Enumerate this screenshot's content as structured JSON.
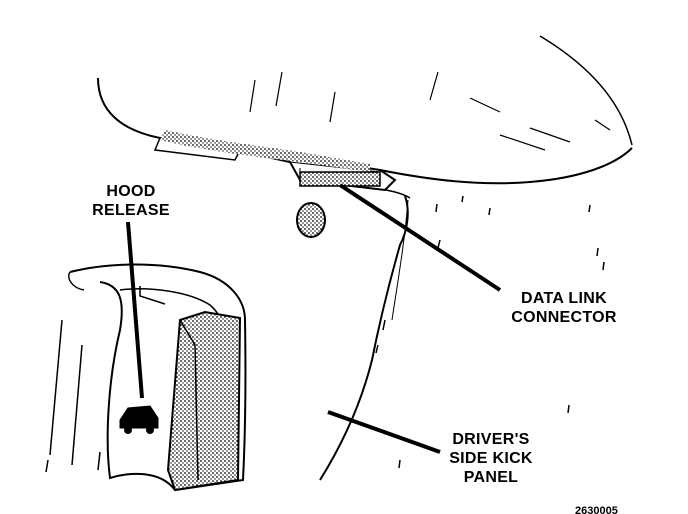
{
  "labels": {
    "hood_release": [
      "HOOD",
      "RELEASE"
    ],
    "data_link_connector": [
      "DATA LINK",
      "CONNECTOR"
    ],
    "kick_panel": [
      "DRIVER'S",
      "SIDE KICK",
      "PANEL"
    ]
  },
  "figure_number": "2630005",
  "colors": {
    "ink": "#000000",
    "paper": "#ffffff"
  }
}
